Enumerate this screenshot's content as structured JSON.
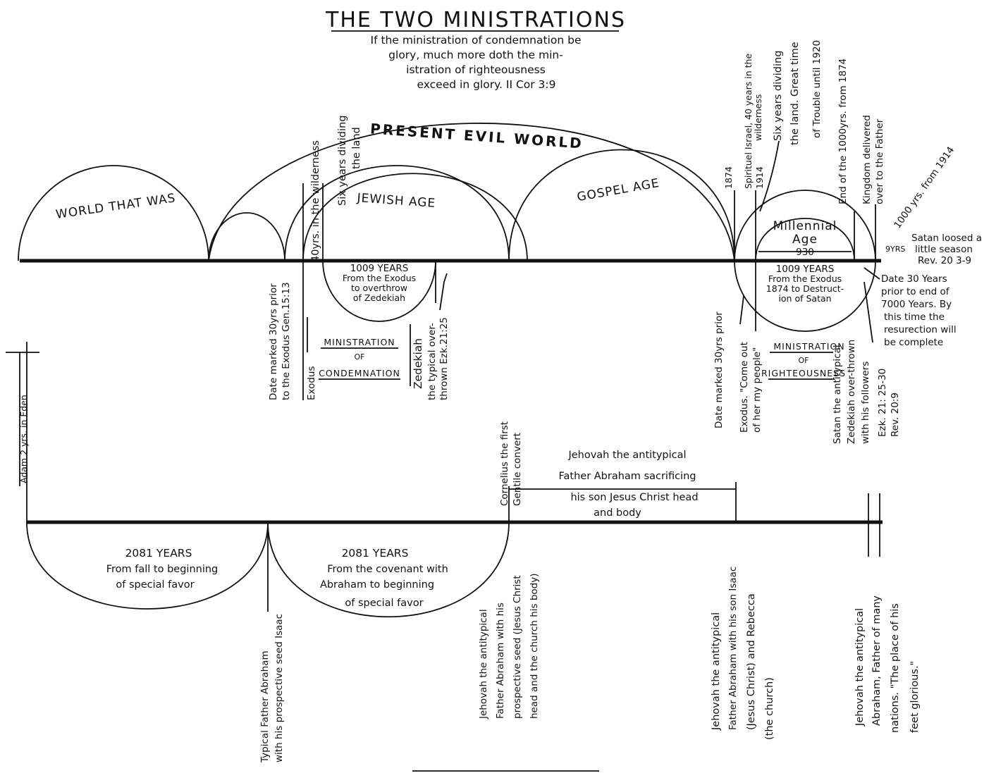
{
  "title": "THE TWO MINISTRATIONS",
  "epigraph": [
    "If the ministration of condemnation be",
    "glory, much more doth the min-",
    "istration of righteousness",
    "exceed in glory. II Cor 3:9"
  ],
  "worlds": {
    "world_that_was": "WORLD THAT WAS",
    "present_evil_world": "PRESENT EVIL WORLD",
    "jewish_age": "JEWISH AGE",
    "gospel_age": "GOSPEL AGE",
    "millennial_age": [
      "Millennial",
      "Age"
    ]
  },
  "top_labels": {
    "forty_wilderness": "40yrs. in the wilderness",
    "six_dividing": [
      "Six years dividing",
      "the land"
    ],
    "date_marked_exodus": [
      "Date marked 30yrs prior",
      "to the Exodus Gen.15:13"
    ],
    "exodus": "Exodus",
    "zedekiah": [
      "Zedekiah",
      "the typical over-",
      "thrown Ezk.21:25"
    ],
    "ministration_condemnation": [
      "MINISTRATION",
      "OF",
      "CONDEMNATION"
    ],
    "jewish_1009": [
      "1009 YEARS",
      "From the Exodus",
      "to overthrow",
      "of Zedekiah"
    ],
    "year_1874": "1874",
    "year_1914": "1914",
    "spiritual_israel": [
      "Spirituel Israel, 40 years in the",
      "wilderness"
    ],
    "six_dividing_right": [
      "Six years dividing",
      "the land. Great time",
      "of Trouble until 1920"
    ],
    "end_1000": "End of the 1000yrs. from 1874",
    "kingdom_delivered": [
      "Kingdom delivered",
      "over to the Father"
    ],
    "thousand_1914": "1000 yrs. from 1914",
    "millennial_930": "930",
    "millennial_1009": [
      "1009 YEARS",
      "From the Exodus",
      "1874 to Destruct-",
      "ion of Satan"
    ],
    "satan_loosed": [
      "Satan loosed a",
      "little season",
      "Rev. 20 3-9"
    ],
    "nine_yrs": "9YRS",
    "date_30_end": [
      "Date 30 Years",
      "prior to end of",
      "7000 Years. By",
      "this time the",
      "resurection will",
      "be complete"
    ],
    "date_marked_prior": "Date marked 30yrs prior",
    "exodus_come_out": [
      "Exodus. \"Come out",
      "of her my people\""
    ],
    "ministration_righteousness": [
      "MINISTRATION",
      "OF",
      "RIGHTEOUSNESS"
    ],
    "satan_zedekiah": [
      "Satan the antitypical",
      "Zedekiah over-thrown",
      "with his followers"
    ],
    "ezk_rev": [
      "Ezk. 21: 25-30",
      "Rev. 20:9"
    ],
    "cornelius": [
      "Cornelius the first",
      "Gentile convert"
    ]
  },
  "bottom_labels": {
    "adam": "Adam 2 yrs. in Eden",
    "jehovah_sacrificing": [
      "Jehovah the antitypical",
      "Father Abraham sacrificing",
      "his son Jesus Christ head",
      "and body"
    ],
    "years_2081_a": [
      "2081 YEARS",
      "From fall to beginning",
      "of special favor"
    ],
    "years_2081_b": [
      "2081 YEARS",
      "From the covenant with",
      "Abraham to beginning",
      "of special favor"
    ],
    "typical_abraham": [
      "Typical Father Abraham",
      "with his prospective seed Isaac"
    ],
    "jehovah_seed": [
      "Jehovah the antitypical",
      "Father Abraham with his",
      "prospective seed (Jesus Christ",
      "head and the church his body)"
    ],
    "jehovah_isaac": [
      "Jehovah the antitypical",
      "Father Abraham with his son Isaac",
      "(Jesus Christ) and Rebecca",
      "(the church)"
    ],
    "jehovah_nations": [
      "Jehovah the antitypical",
      "Abraham, Father of many",
      "nations. \"The place of his",
      "feet glorious.\""
    ]
  }
}
